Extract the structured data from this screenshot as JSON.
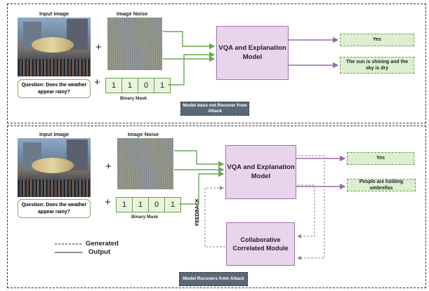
{
  "top": {
    "input_image_label": "Input Image",
    "image_noise_label": "Image Noise",
    "question": "Question: Does the weather appear rainy?",
    "mask_bits": [
      "1",
      "1",
      "0",
      "1"
    ],
    "binary_mask_label": "Binary Mask",
    "model_label": "VQA and Explanation Model",
    "answer": "Yes",
    "explanation": "The sun is shining and the sky is dry",
    "status": "Model does not Recover from Attack"
  },
  "bottom": {
    "input_image_label": "Input Image",
    "image_noise_label": "Image Noise",
    "question": "Question: Does the weather appear rainy?",
    "mask_bits": [
      "1",
      "1",
      "0",
      "1"
    ],
    "binary_mask_label": "Binary Mask",
    "model_label": "VQA and Explanation Model",
    "answer": "Yes",
    "explanation": "People are holding umbrellas",
    "feedback_label": "FEEDBACK",
    "collab_label": "Collaborative Correlated Module",
    "status": "Model Recovers from Attack"
  },
  "legend": {
    "generated": "Generated",
    "output": "Output"
  },
  "colors": {
    "green_arrow": "#6aa850",
    "purple_arrow": "#9a6aa8",
    "dashed": "#888888"
  }
}
